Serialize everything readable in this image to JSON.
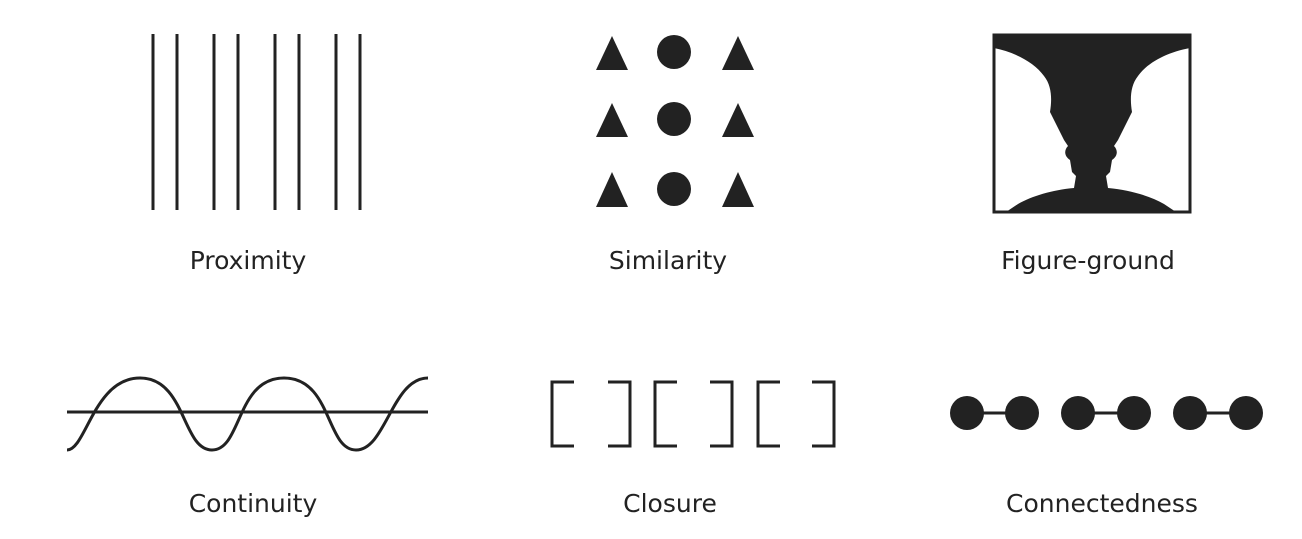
{
  "labels": {
    "proximity": "Proximity",
    "similarity": "Similarity",
    "figure_ground": "Figure-ground",
    "continuity": "Continuity",
    "closure": "Closure",
    "connectedness": "Connectedness"
  },
  "colors": {
    "ink": "#222222",
    "background": "#ffffff"
  }
}
